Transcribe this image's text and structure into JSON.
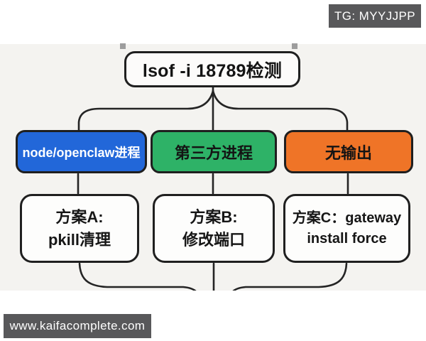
{
  "page": {
    "background": "#ffffff",
    "diagram_background": "#f4f3f0",
    "line_color": "#242424"
  },
  "watermarks": {
    "badge_bg": "#58585a",
    "top_right_text": "TG: MYYJJPP",
    "bottom_left_text": "www.kaifacomplete.com"
  },
  "flowchart": {
    "root": {
      "label": "lsof -i 18789检测"
    },
    "branches": [
      {
        "condition": "node/openclaw进程",
        "color": "#2267d9",
        "text_color": "#ffffff",
        "solution_line1": "方案A:",
        "solution_line2": "pkill清理"
      },
      {
        "condition": "第三方进程",
        "color": "#2eb267",
        "text_color": "#141414",
        "solution_line1": "方案B:",
        "solution_line2": "修改端口"
      },
      {
        "condition": "无输出",
        "color": "#ef7427",
        "text_color": "#141414",
        "solution_line1": "方案C：gateway",
        "solution_line2": "install force"
      }
    ]
  }
}
